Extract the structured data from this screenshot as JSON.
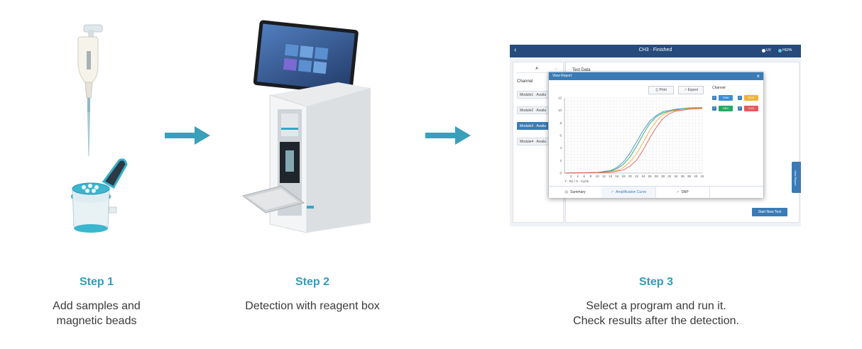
{
  "steps": [
    {
      "title": "Step 1",
      "desc_line1": "Add samples and",
      "desc_line2": "magnetic beads"
    },
    {
      "title": "Step 2",
      "desc_line1": "Detection with reagent box"
    },
    {
      "title": "Step 3",
      "desc_line1": "Select a program and run it.",
      "desc_line2": "Check results after the detection."
    }
  ],
  "colors": {
    "accent": "#2f9cb8",
    "arrow": "#3a9fbb",
    "text": "#3a3a3a",
    "app_blue": "#3a7bb6",
    "app_header": "#264a7c"
  },
  "app": {
    "title": "CH3 · Finished",
    "status_uv": "UV",
    "status_hepa": "HEPA",
    "selector_value": "A",
    "channel_label": "Channel",
    "modules": [
      "Module1 · Availa",
      "Module2 · Availa",
      "Module3 · Availa",
      "Module4 · Availa"
    ],
    "test_data_label": "Test Data",
    "start_button": "Start New Test",
    "side_tab": "View Report",
    "dialog": {
      "title": "View Report",
      "print": "Print",
      "export": "Export",
      "channel_header": "Channel",
      "channels": [
        {
          "name": "FAM",
          "color": "#3b8fd6"
        },
        {
          "name": "ROX",
          "color": "#efb23a"
        },
        {
          "name": "HEX",
          "color": "#2fa564"
        },
        {
          "name": "CY5",
          "color": "#e65a5a"
        }
      ],
      "tabs": [
        "Summary",
        "Amplification Curve",
        "SNP"
      ],
      "axis_caption": "Y : Rn / X : Cycle"
    }
  },
  "chart_data": {
    "type": "line",
    "xlabel": "Cycle",
    "ylabel": "Rn",
    "xlim": [
      0,
      42
    ],
    "ylim": [
      0,
      12
    ],
    "x_ticks": [
      2,
      4,
      6,
      8,
      10,
      12,
      14,
      16,
      18,
      20,
      22,
      24,
      26,
      28,
      30,
      32,
      34,
      36,
      38,
      40,
      42
    ],
    "y_ticks": [
      0,
      2,
      4,
      6,
      8,
      10,
      12
    ],
    "grid": true,
    "series": [
      {
        "name": "FAM",
        "color": "#3b8fd6",
        "x": [
          0,
          10,
          14,
          16,
          18,
          20,
          22,
          24,
          26,
          28,
          30,
          34,
          38,
          42
        ],
        "y": [
          0,
          0.1,
          0.4,
          0.9,
          1.8,
          3.2,
          5.0,
          6.8,
          8.3,
          9.2,
          9.8,
          10.2,
          10.4,
          10.5
        ]
      },
      {
        "name": "HEX",
        "color": "#2fa564",
        "x": [
          0,
          10,
          14,
          16,
          18,
          20,
          22,
          24,
          26,
          28,
          30,
          34,
          38,
          42
        ],
        "y": [
          0,
          0.1,
          0.3,
          0.7,
          1.4,
          2.6,
          4.3,
          6.2,
          7.9,
          9.0,
          9.6,
          10.1,
          10.3,
          10.4
        ]
      },
      {
        "name": "ROX",
        "color": "#efb23a",
        "x": [
          0,
          12,
          16,
          18,
          20,
          22,
          24,
          26,
          28,
          30,
          32,
          36,
          40,
          42
        ],
        "y": [
          0,
          0.1,
          0.4,
          0.9,
          1.8,
          3.1,
          4.9,
          6.8,
          8.3,
          9.3,
          9.8,
          10.2,
          10.4,
          10.4
        ]
      },
      {
        "name": "CY5",
        "color": "#e65a5a",
        "x": [
          0,
          14,
          18,
          20,
          22,
          24,
          26,
          28,
          30,
          32,
          34,
          38,
          42
        ],
        "y": [
          0,
          0.1,
          0.5,
          1.1,
          2.1,
          3.7,
          5.6,
          7.3,
          8.7,
          9.5,
          9.9,
          10.2,
          10.3
        ]
      }
    ]
  }
}
